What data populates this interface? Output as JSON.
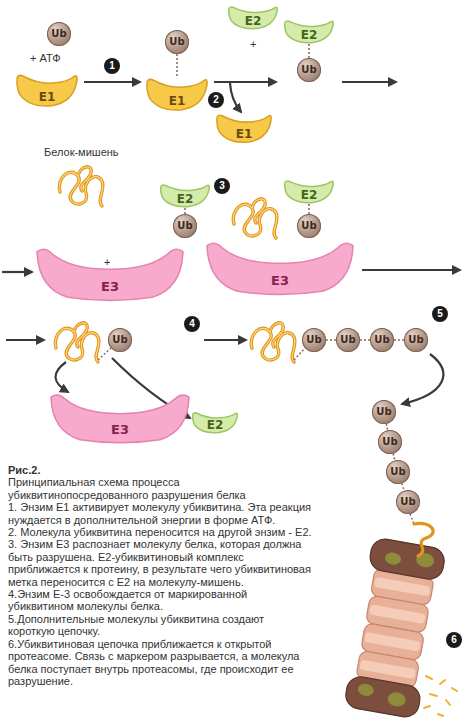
{
  "diagram": {
    "caption": "Принципиальная схема процесса убиквитинопосредованного разрушения белка",
    "nodes": [
      {
        "text": [
          "Ub"
        ]
      },
      {
        "text": [
          "E1"
        ]
      },
      {
        "text": [
          "Ub"
        ]
      },
      {
        "text": [
          "E1"
        ]
      },
      {
        "text": [
          "E2"
        ]
      },
      {
        "text": [
          "E1"
        ]
      },
      {
        "text": [
          "E2"
        ]
      },
      {
        "text": [
          "Ub"
        ]
      },
      {
        "text": [
          "E2"
        ]
      },
      {
        "text": [
          "Ub"
        ]
      },
      {
        "text": [
          "E3"
        ]
      },
      {
        "text": [
          "E3"
        ]
      },
      {
        "text": [
          "E2"
        ]
      },
      {
        "text": [
          "Ub"
        ]
      },
      {
        "text": [
          "Ub"
        ]
      },
      {
        "text": [
          "E3"
        ]
      },
      {
        "text": [
          "E2"
        ]
      },
      {
        "text": [
          "Ub"
        ]
      },
      {
        "text": [
          "Ub"
        ]
      },
      {
        "text": [
          "Ub"
        ]
      },
      {
        "text": [
          "Ub"
        ]
      },
      {
        "text": [
          "Ub"
        ]
      },
      {
        "text": [
          "Ub"
        ]
      },
      {
        "text": [
          "Ub"
        ]
      },
      {
        "text": [
          "Ub"
        ]
      }
    ],
    "edges": [
      {
        "from": 2,
        "to": 3,
        "arrow": "none"
      },
      {
        "from": 6,
        "to": 7,
        "arrow": "none"
      },
      {
        "from": 8,
        "to": 9,
        "arrow": "none"
      },
      {
        "from": 12,
        "to": 13,
        "arrow": "none"
      },
      {
        "from": 17,
        "to": 18,
        "arrow": "none"
      },
      {
        "from": 18,
        "to": 19,
        "arrow": "none"
      },
      {
        "from": 19,
        "to": 20,
        "arrow": "none"
      },
      {
        "from": 21,
        "to": 22,
        "arrow": "none"
      },
      {
        "from": 22,
        "to": 23,
        "arrow": "none"
      },
      {
        "from": 23,
        "to": 24,
        "arrow": "none"
      }
    ],
    "labels": [
      "+ АТФ",
      "1",
      "+",
      "2",
      "Белок-мишень",
      "+",
      "3",
      "4",
      "5",
      "6",
      "Рис.2.",
      "1. Энзим E1 активирует молекулу убиквитина. Эта реакция нуждается в дополнительной энергии в форме АТФ.",
      "2. Молекула убиквитина переносится на другой энзим - E2.",
      "3. Энзим E3 распознает молекулу белка, которая должна быть разрушена. E2-убиквитиновый комплекс приближается к протеину, в результате чего убиквитиновая метка переносится с E2 на молекулу-мишень.",
      "4.Энзим Е-3 освобождается от маркированной убиквитином молекулы белка.",
      "5.Дополнительные молекулы убиквитина создают короткую цепочку.",
      "6.Убиквитиновая цепочка приближается к открытой протеасоме. Связь с маркером разрывается, а молекула белка поступает внутрь протеасомы, где происходит ее разрушение."
    ]
  }
}
